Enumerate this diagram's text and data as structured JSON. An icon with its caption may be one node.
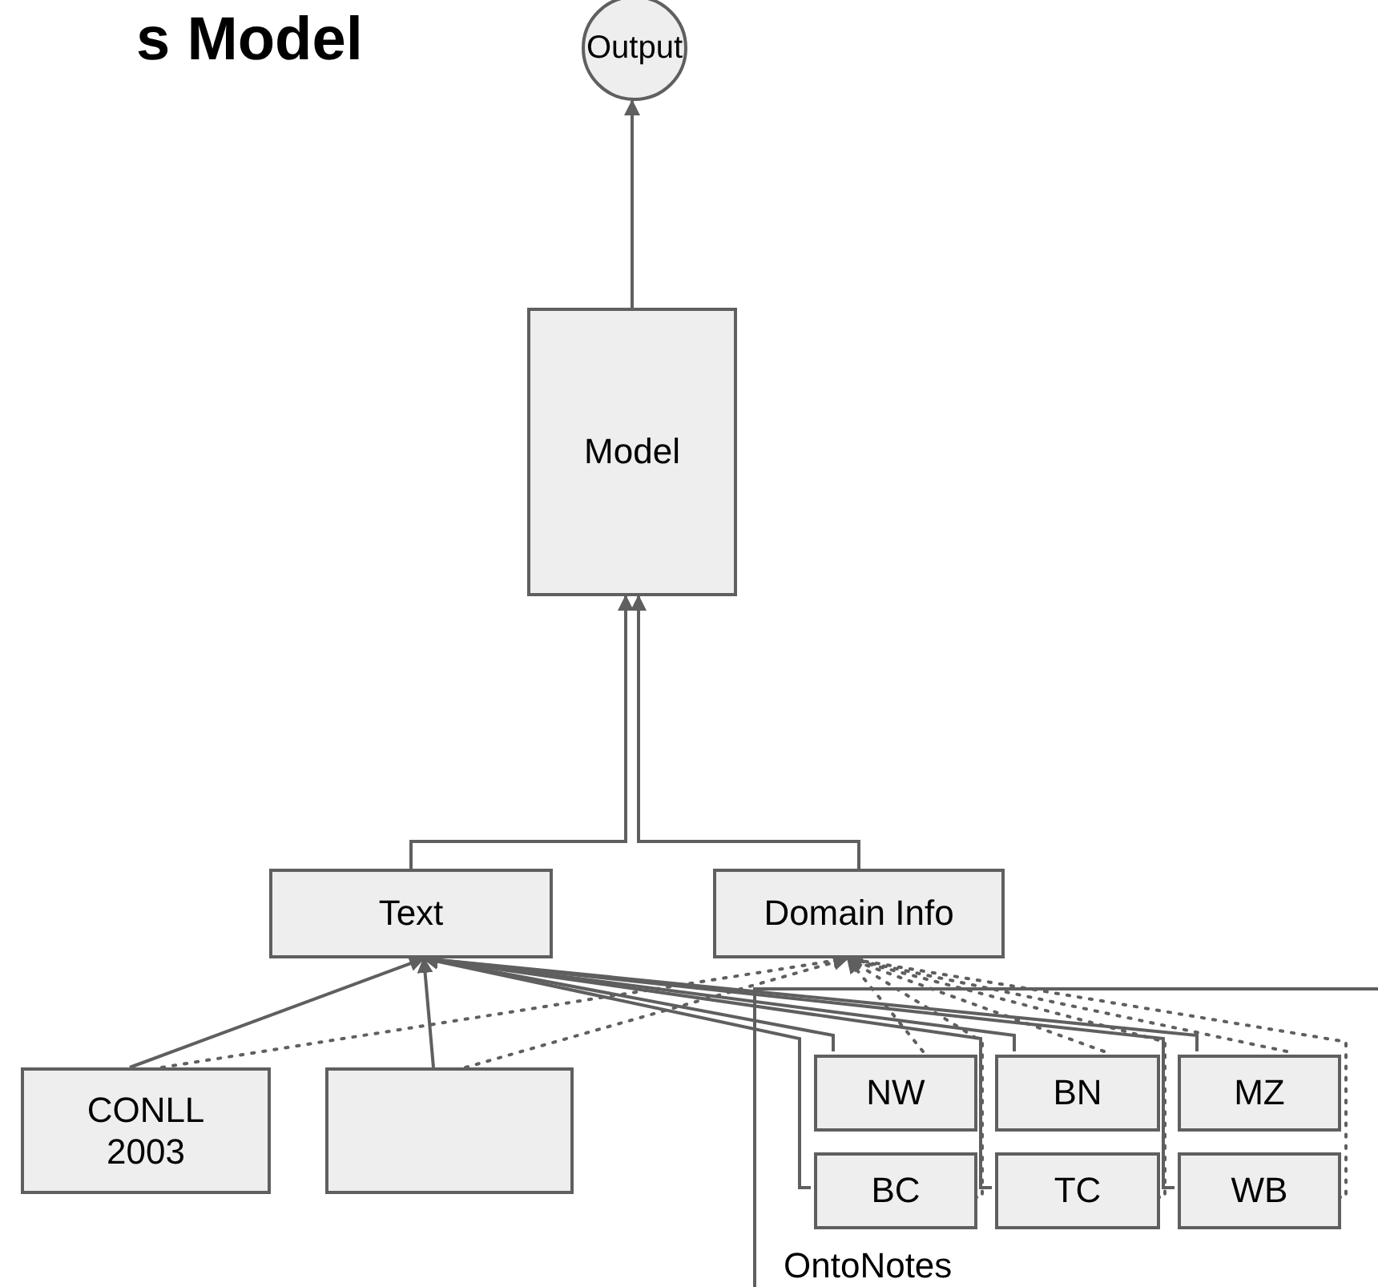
{
  "diagram": {
    "title": "s Model",
    "nodes": [
      {
        "text": [
          "Output"
        ]
      },
      {
        "text": [
          "Model"
        ]
      },
      {
        "text": [
          "Text"
        ]
      },
      {
        "text": [
          "Domain Info"
        ]
      },
      {
        "text": [
          "CONLL 2003"
        ]
      },
      {
        "text": [],
        "shape": "box"
      },
      {
        "text": [
          "OntoNotes"
        ]
      },
      {
        "text": [
          "NW"
        ],
        "in": 6
      },
      {
        "text": [
          "BN"
        ],
        "in": 6
      },
      {
        "text": [
          "MZ"
        ],
        "in": 6
      },
      {
        "text": [
          "BC"
        ],
        "in": 6
      },
      {
        "text": [
          "TC"
        ],
        "in": 6
      },
      {
        "text": [
          "WB"
        ],
        "in": 6
      }
    ],
    "edges": [
      {
        "from": 1,
        "to": 0,
        "arrow": "to"
      },
      {
        "from": 2,
        "to": 1,
        "arrow": "to"
      },
      {
        "from": 3,
        "to": 1,
        "arrow": "to"
      },
      {
        "from": 4,
        "to": 2,
        "arrow": "to"
      },
      {
        "from": 5,
        "to": 2,
        "arrow": "to"
      },
      {
        "from": 7,
        "to": 2,
        "arrow": "to"
      },
      {
        "from": 8,
        "to": 2,
        "arrow": "to"
      },
      {
        "from": 9,
        "to": 2,
        "arrow": "to"
      },
      {
        "from": 10,
        "to": 2,
        "arrow": "to"
      },
      {
        "from": 11,
        "to": 2,
        "arrow": "to"
      },
      {
        "from": 12,
        "to": 2,
        "arrow": "to"
      },
      {
        "from": 4,
        "to": 3,
        "arrow": "to",
        "style": "dashed"
      },
      {
        "from": 5,
        "to": 3,
        "arrow": "to",
        "style": "dashed"
      },
      {
        "from": 7,
        "to": 3,
        "arrow": "to",
        "style": "dashed"
      },
      {
        "from": 8,
        "to": 3,
        "arrow": "to",
        "style": "dashed"
      },
      {
        "from": 9,
        "to": 3,
        "arrow": "to",
        "style": "dashed"
      },
      {
        "from": 10,
        "to": 3,
        "arrow": "to",
        "style": "dashed"
      },
      {
        "from": 11,
        "to": 3,
        "arrow": "to",
        "style": "dashed"
      },
      {
        "from": 12,
        "to": 3,
        "arrow": "to",
        "style": "dashed"
      }
    ]
  }
}
